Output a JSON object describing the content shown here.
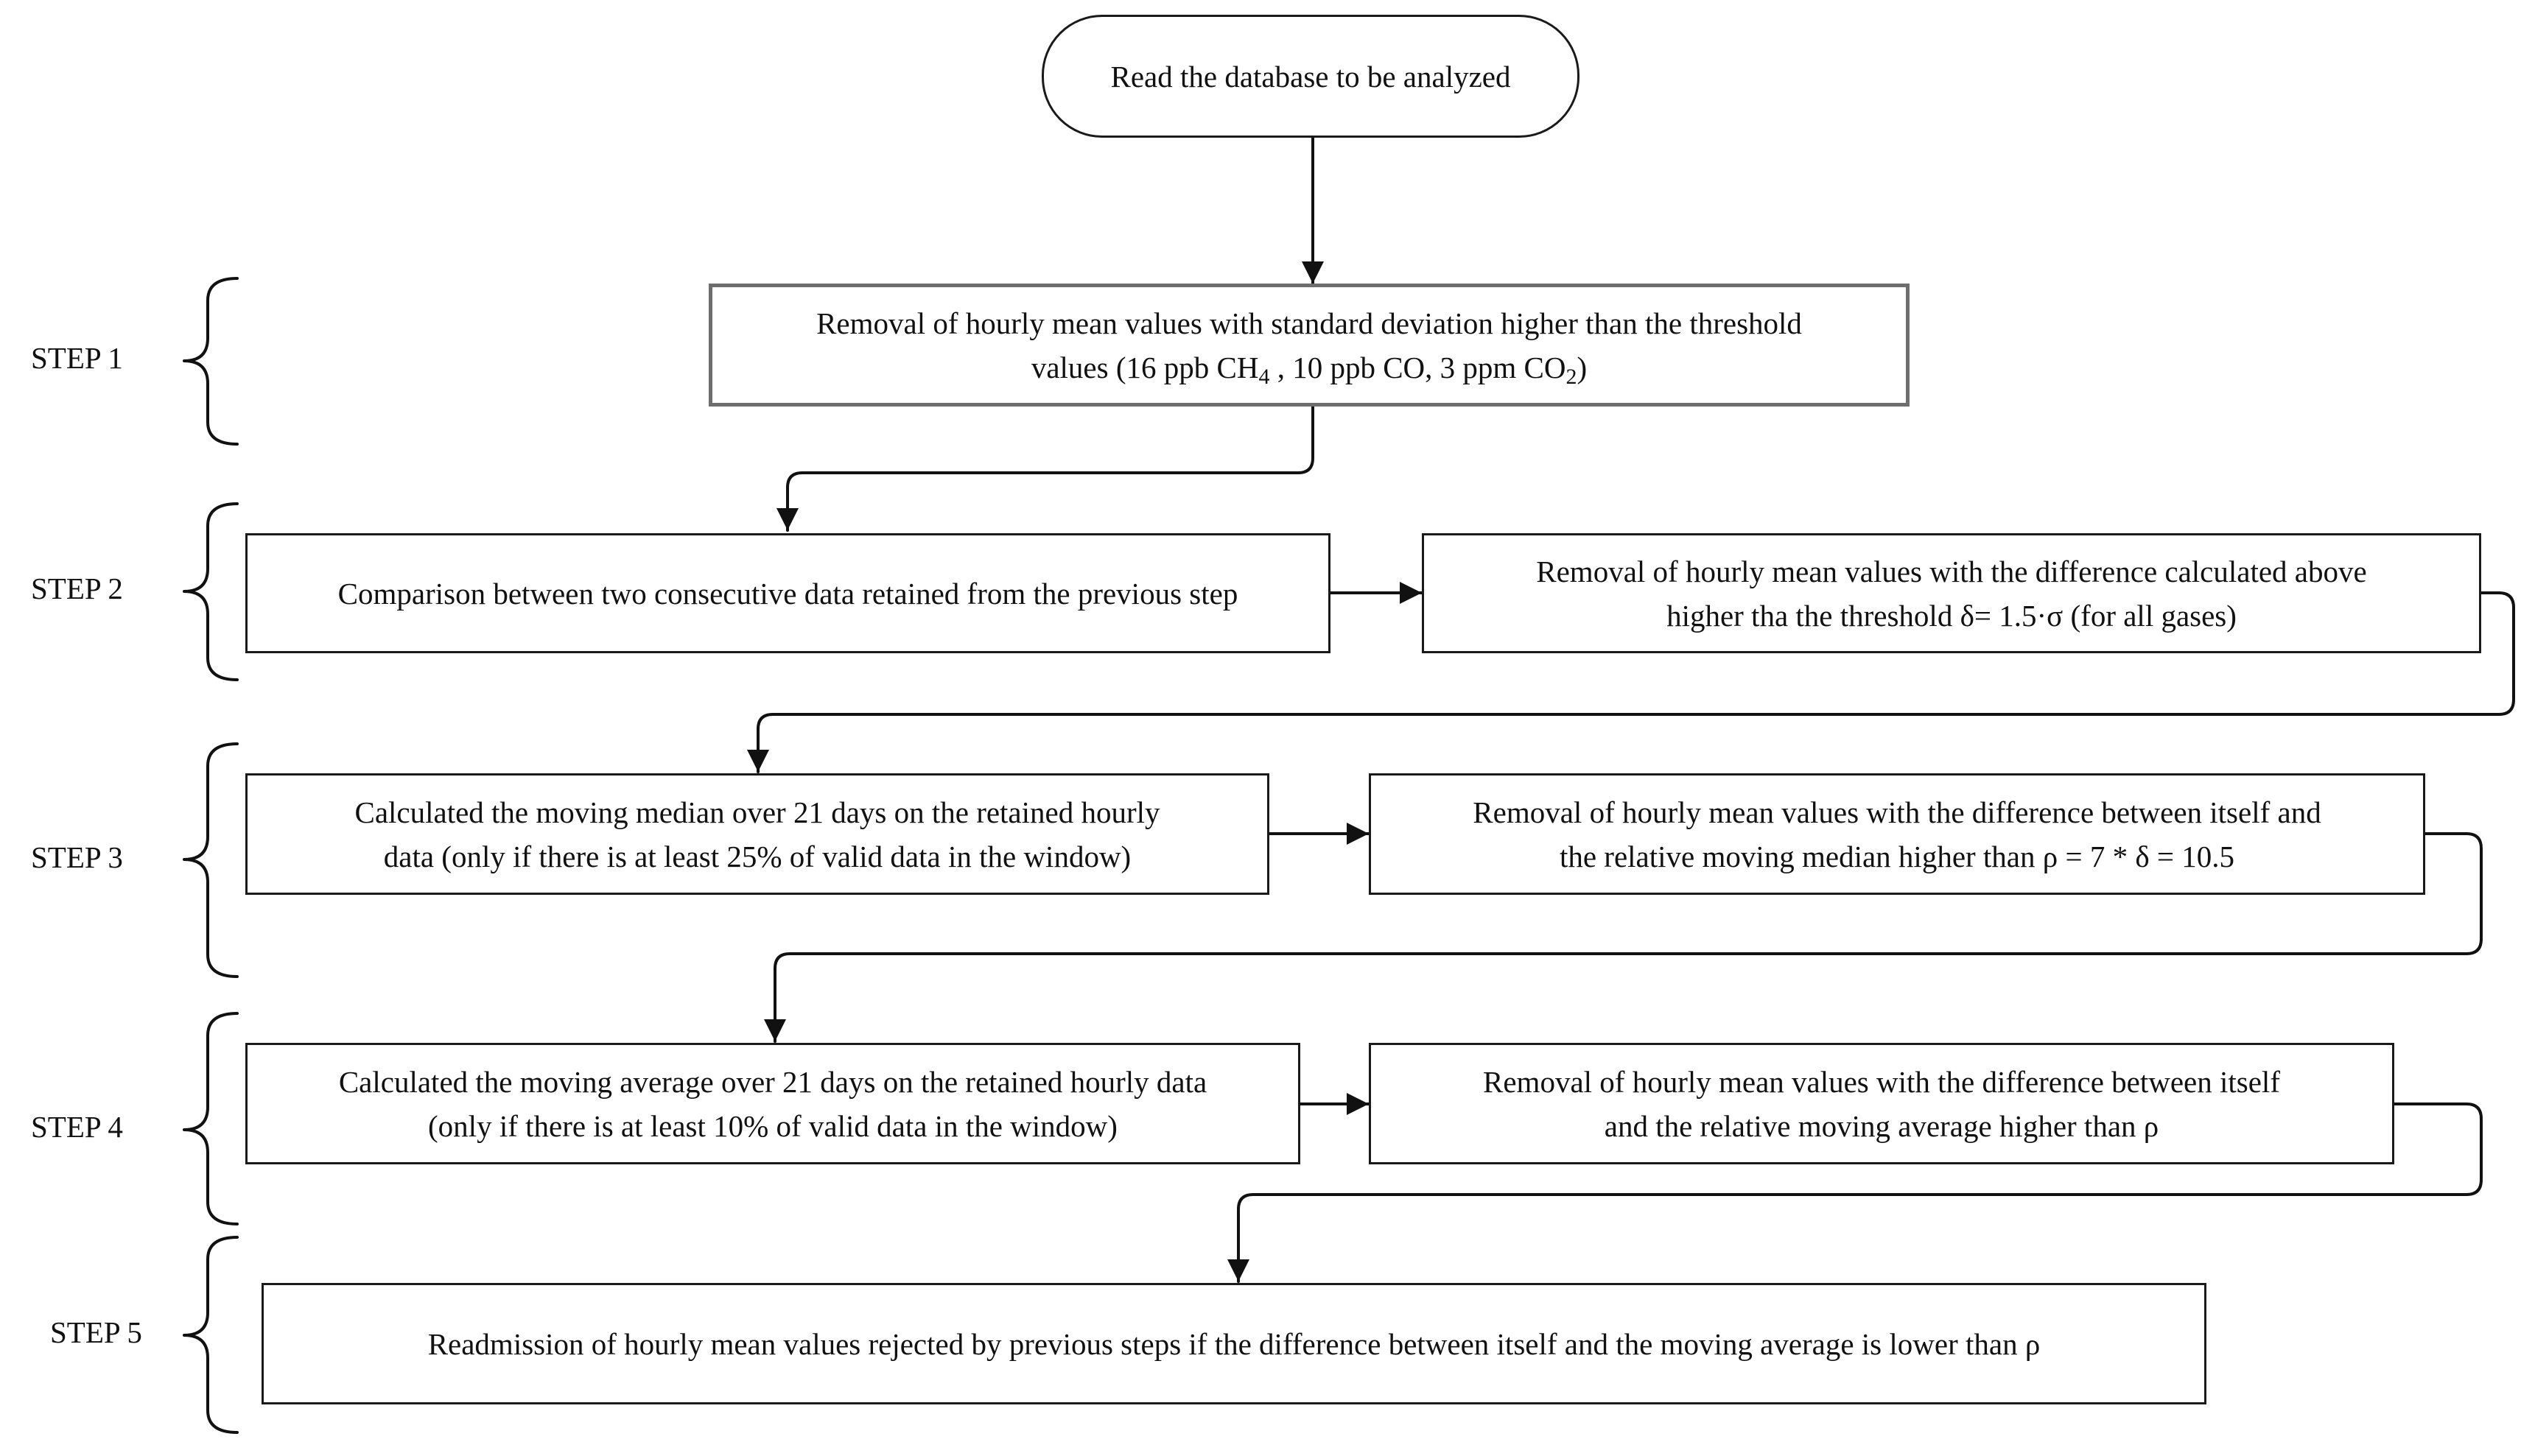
{
  "start": {
    "label": "Read the database to be analyzed"
  },
  "steps": [
    {
      "label": "STEP 1"
    },
    {
      "label": "STEP 2"
    },
    {
      "label": "STEP 3"
    },
    {
      "label": "STEP 4"
    },
    {
      "label": "STEP 5"
    }
  ],
  "boxes": {
    "s1": {
      "line1": "Removal of  hourly mean values with standard deviation higher than the threshold",
      "line2_a": "values (16 ppb CH",
      "sub_a": "4",
      "line2_b": " , 10 ppb CO, 3 ppm CO",
      "sub_b": "2",
      "line2_c": ")"
    },
    "s2_left": "Comparison between two consecutive data retained from the previous step",
    "s2_right": {
      "line1": "Removal of hourly mean values with the difference calculated above",
      "line2": "higher tha the threshold δ= 1.5·σ (for all gases)"
    },
    "s3_left": {
      "line1": "Calculated the moving median over 21 days on the retained hourly",
      "line2": "data (only if there is at least 25% of valid data in the window)"
    },
    "s3_right": {
      "line1": "Removal of  hourly mean values with the difference between itself and",
      "line2": "the relative moving median higher than ρ = 7 * δ = 10.5"
    },
    "s4_left": {
      "line1": "Calculated the moving average over 21 days on the retained hourly data",
      "line2": "(only if there is at least 10% of valid data in the window)"
    },
    "s4_right": {
      "line1": "Removal of  hourly mean values with the difference between itself",
      "line2": "and the relative moving average higher than ρ"
    },
    "s5": "Readmission of  hourly mean values rejected by previous steps if the difference between itself and the moving average is lower than ρ"
  }
}
